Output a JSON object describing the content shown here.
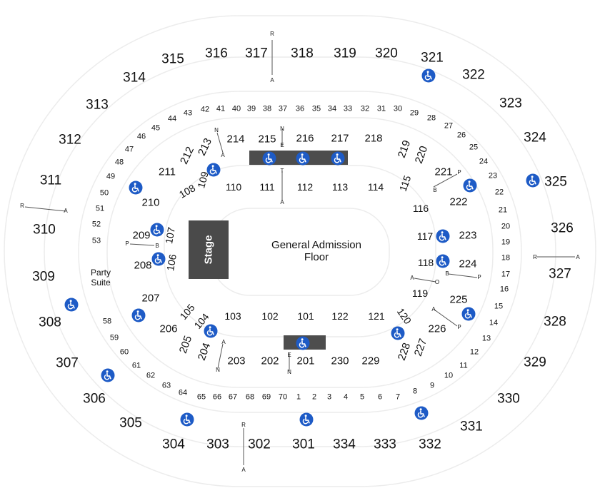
{
  "title": "",
  "stage_label": "Stage",
  "floor_label": [
    "General Admission",
    "Floor"
  ],
  "party_suite_label": [
    "Party",
    "Suite"
  ],
  "accessible_icon": "wheelchair-icon",
  "colors": {
    "ring": "#ececec",
    "text": "#111111",
    "stage": "#4a4a4a",
    "ada_bar": "#4d4d4d",
    "ada_icon": "#1e5bc6"
  },
  "sections_300": [
    "301",
    "302",
    "303",
    "304",
    "305",
    "306",
    "307",
    "308",
    "309",
    "310",
    "311",
    "312",
    "313",
    "314",
    "315",
    "316",
    "317",
    "318",
    "319",
    "320",
    "321",
    "322",
    "323",
    "324",
    "325",
    "326",
    "327",
    "328",
    "329",
    "330",
    "331",
    "332",
    "333",
    "334"
  ],
  "sections_200": [
    "201",
    "202",
    "203",
    "204",
    "205",
    "206",
    "207",
    "208",
    "209",
    "210",
    "211",
    "212",
    "213",
    "214",
    "215",
    "216",
    "217",
    "218",
    "219",
    "220",
    "221",
    "222",
    "223",
    "224",
    "225",
    "226",
    "227",
    "228",
    "229",
    "230"
  ],
  "sections_100": [
    "101",
    "102",
    "103",
    "104",
    "105",
    "106",
    "107",
    "108",
    "109",
    "110",
    "111",
    "112",
    "113",
    "114",
    "115",
    "116",
    "117",
    "118",
    "119",
    "120",
    "121",
    "122"
  ],
  "sections_row": [
    "1",
    "2",
    "3",
    "4",
    "5",
    "6",
    "7",
    "8",
    "9",
    "10",
    "11",
    "12",
    "13",
    "14",
    "15",
    "16",
    "17",
    "18",
    "19",
    "20",
    "21",
    "22",
    "23",
    "24",
    "25",
    "26",
    "27",
    "28",
    "29",
    "30",
    "31",
    "32",
    "33",
    "34",
    "35",
    "36",
    "37",
    "38",
    "39",
    "40",
    "41",
    "42",
    "43",
    "44",
    "45",
    "46",
    "47",
    "48",
    "49",
    "50",
    "51",
    "52",
    "53",
    "58",
    "59",
    "60",
    "61",
    "62",
    "63",
    "64",
    "65",
    "66",
    "67",
    "68",
    "69",
    "70"
  ],
  "row_letters": [
    "R",
    "A",
    "R",
    "A",
    "R",
    "A",
    "R",
    "A",
    "N",
    "A",
    "N",
    "E",
    "T",
    "A",
    "P",
    "B",
    "P",
    "B",
    "A",
    "O",
    "B",
    "P",
    "A",
    "P",
    "A",
    "N",
    "E",
    "N"
  ]
}
